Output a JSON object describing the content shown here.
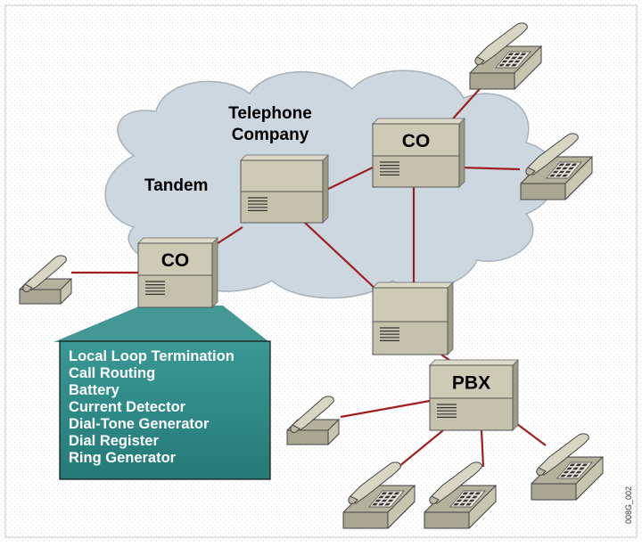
{
  "cloud_label": [
    "Telephone",
    "Company"
  ],
  "tandem_label": "Tandem",
  "switches": {
    "co_left": "CO",
    "co_right": "CO",
    "tandem": "",
    "middle": "",
    "pbx": "PBX"
  },
  "co_functions": [
    "Local Loop Termination",
    "Call Routing",
    "Battery",
    "Current Detector",
    "Dial-Tone Generator",
    "Dial Register",
    "Ring Generator"
  ],
  "figure_code": "008G_002",
  "colors": {
    "link": "#a01f1f",
    "cloud": "#cdd7df",
    "box": "#c9c6b0",
    "callout": "#2f8d8a"
  }
}
